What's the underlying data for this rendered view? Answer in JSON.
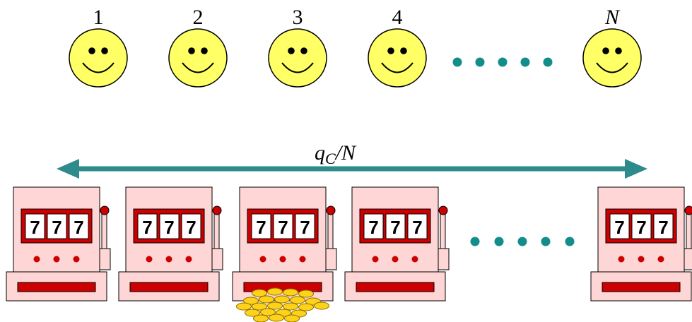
{
  "players": [
    {
      "label": "1"
    },
    {
      "label": "2"
    },
    {
      "label": "3"
    },
    {
      "label": "4"
    },
    {
      "label": "N"
    }
  ],
  "arrow": {
    "label_main": "q",
    "label_sub": "C",
    "label_rest": "/N"
  },
  "machines": [
    {
      "reels": [
        "7",
        "7",
        "7"
      ],
      "payout": false
    },
    {
      "reels": [
        "7",
        "7",
        "7"
      ],
      "payout": false
    },
    {
      "reels": [
        "7",
        "7",
        "7"
      ],
      "payout": true
    },
    {
      "reels": [
        "7",
        "7",
        "7"
      ],
      "payout": false
    },
    {
      "reels": [
        "7",
        "7",
        "7"
      ],
      "payout": false
    }
  ],
  "colors": {
    "face": "#ffff66",
    "machine_body": "#ffd6d6",
    "machine_red": "#cc0000",
    "arrow": "#2e8b8b",
    "dots": "#138c8c",
    "coin": "#ffd21a"
  }
}
